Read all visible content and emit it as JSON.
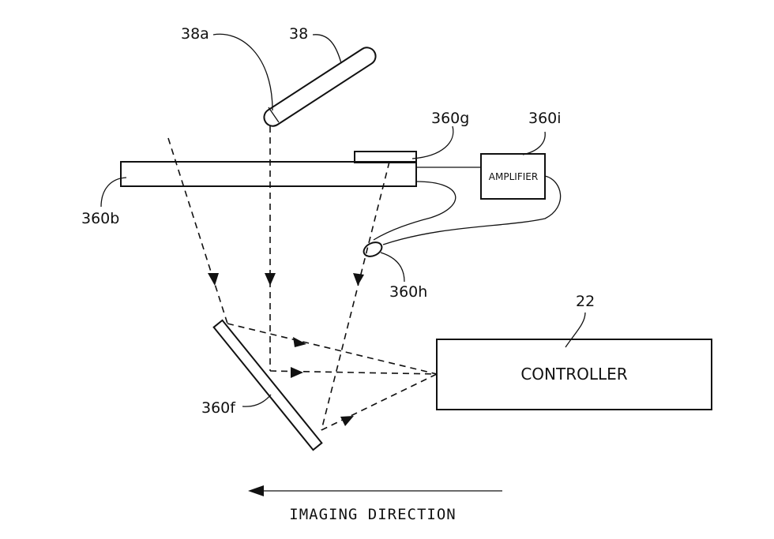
{
  "labels": {
    "light_source_38": "38",
    "light_source_tip_38a": "38a",
    "light_guide_360b": "360b",
    "sensor_360g": "360g",
    "amplifier_360i": "360i",
    "emitter_360h": "360h",
    "mirror_360f": "360f",
    "controller_22": "22"
  },
  "boxes": {
    "amplifier": "AMPLIFIER",
    "controller": "CONTROLLER"
  },
  "direction": {
    "label": "IMAGING DIRECTION"
  },
  "colors": {
    "ink": "#111111",
    "paper": "#ffffff"
  }
}
